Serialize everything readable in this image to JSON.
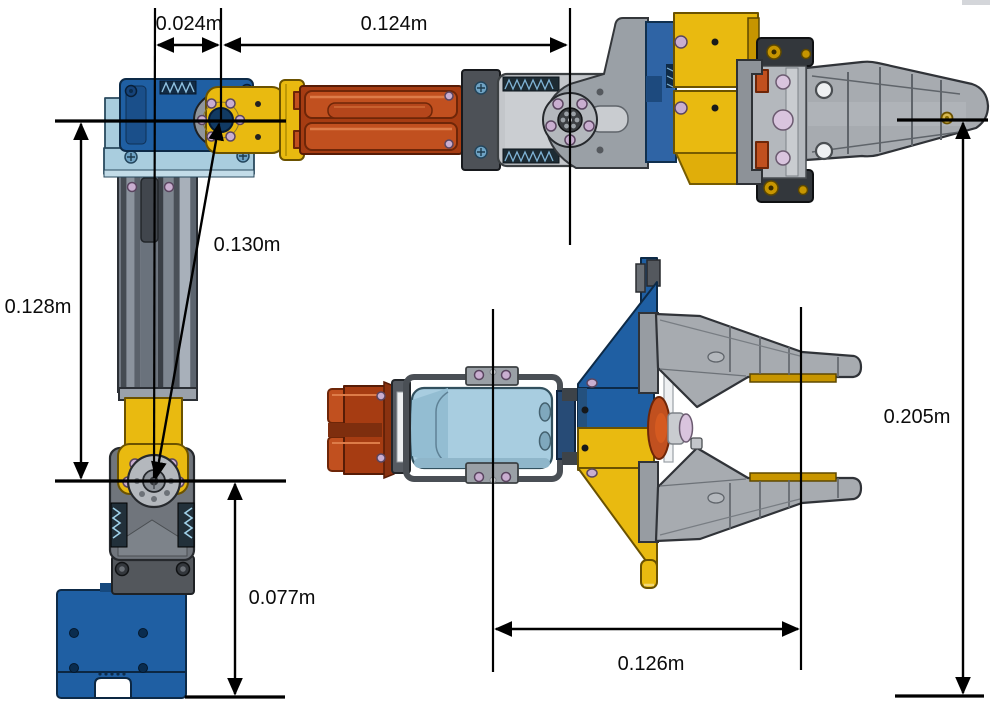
{
  "figure": {
    "type": "cad-dimension-drawing",
    "subject": "robot arm with gripper, side view and gripper top view",
    "unit": "m"
  },
  "dims": {
    "offset": {
      "label": "0.024m"
    },
    "upper_arm": {
      "label": "0.124m"
    },
    "column": {
      "label": "0.128m"
    },
    "diagonal": {
      "label": "0.130m"
    },
    "base": {
      "label": "0.077m"
    },
    "height": {
      "label": "0.205m"
    },
    "gripper": {
      "label": "0.126m"
    }
  },
  "palette": {
    "servo_blue": "#1f5fa3",
    "bracket_light_blue": "#a9cdde",
    "link_yellow": "#e9ba10",
    "actuator_orange": "#c1501f",
    "part_gray": "#a7abb0",
    "screw_lavender": "#c9aed0",
    "annotation": "#000000",
    "background": "#ffffff"
  }
}
